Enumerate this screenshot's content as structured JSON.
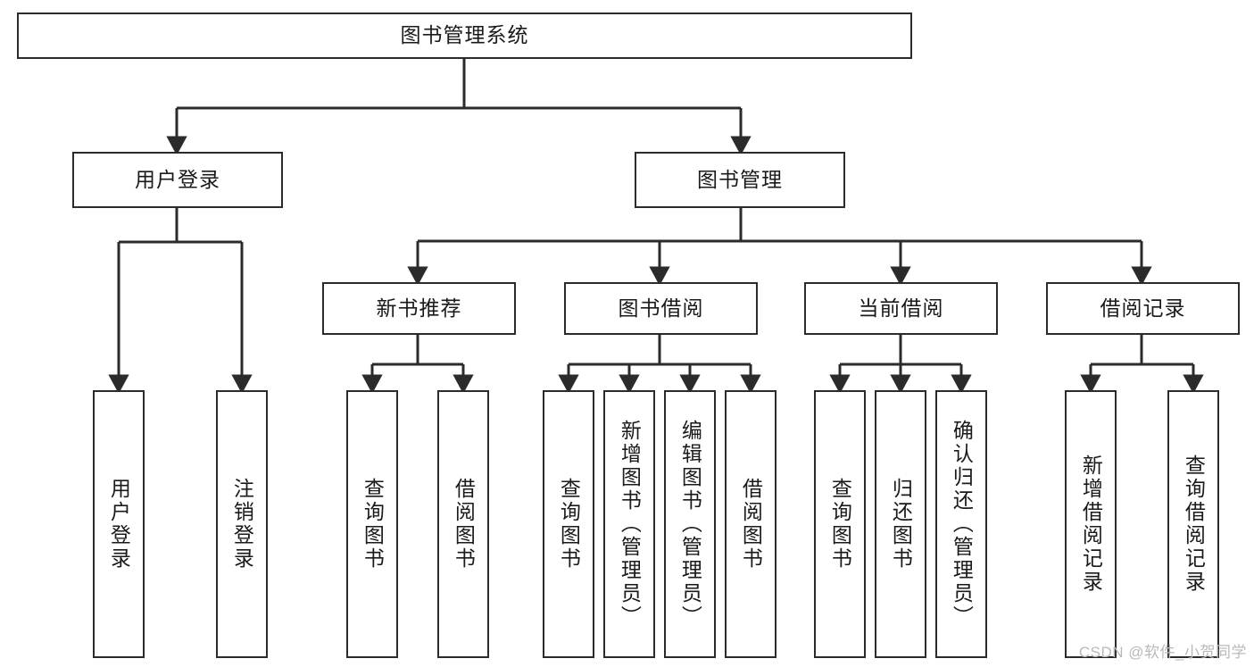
{
  "diagram": {
    "title": "图书管理系统",
    "type": "tree-hierarchy-diagram",
    "colors": {
      "box_border": "#2b2b2b",
      "box_fill": "#ffffff",
      "line": "#2b2b2b",
      "text": "#1a1a1a",
      "watermark": "#b9b9b9",
      "background": "#ffffff"
    }
  },
  "root": {
    "label": "图书管理系统"
  },
  "level2": [
    {
      "label": "用户登录"
    },
    {
      "label": "图书管理"
    }
  ],
  "level3": [
    {
      "label": "新书推荐"
    },
    {
      "label": "图书借阅"
    },
    {
      "label": "当前借阅"
    },
    {
      "label": "借阅记录"
    }
  ],
  "leaves": {
    "user_login": [
      {
        "label": "用户登录"
      },
      {
        "label": "注销登录"
      }
    ],
    "new_book_recommend": [
      {
        "label": "查询图书"
      },
      {
        "label": "借阅图书"
      }
    ],
    "book_borrow": [
      {
        "label": "查询图书"
      },
      {
        "label": "新增图书（管理员）"
      },
      {
        "label": "编辑图书（管理员）"
      },
      {
        "label": "借阅图书"
      }
    ],
    "current_borrow": [
      {
        "label": "查询图书"
      },
      {
        "label": "归还图书"
      },
      {
        "label": "确认归还（管理员）"
      }
    ],
    "borrow_record": [
      {
        "label": "新增借阅记录"
      },
      {
        "label": "查询借阅记录"
      }
    ]
  },
  "watermark": {
    "text": "CSDN @软件_小贺同学"
  }
}
